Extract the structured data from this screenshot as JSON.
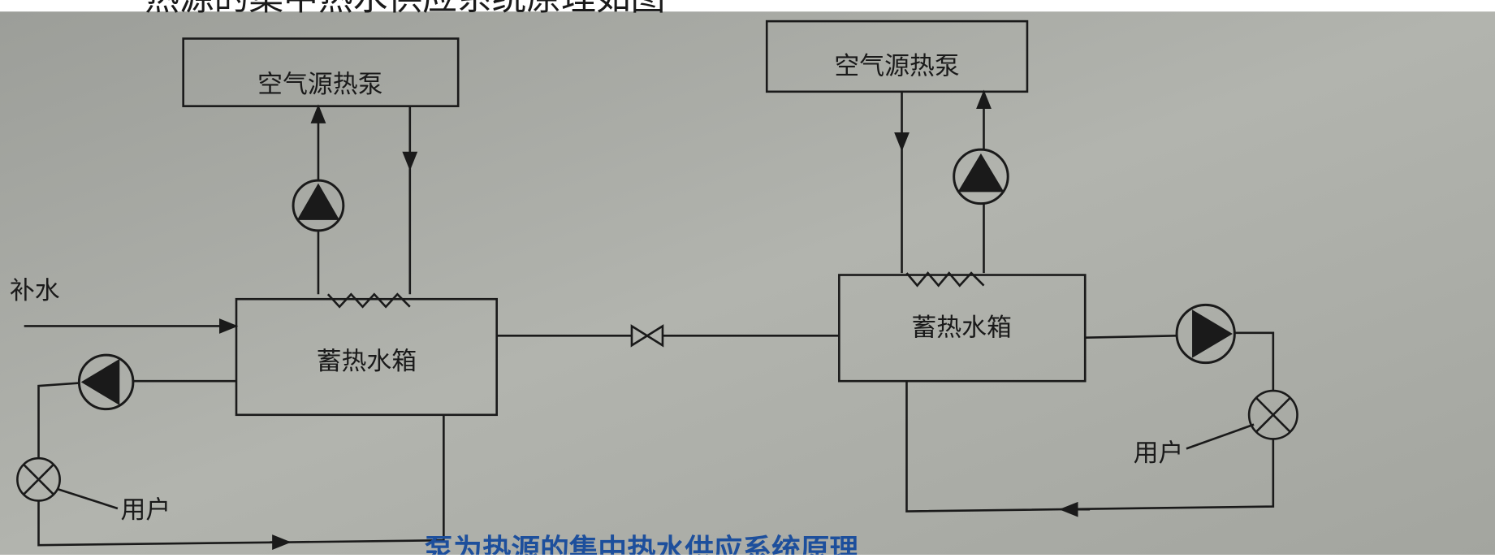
{
  "header_text": "热源的集中热水供应系统原理如图",
  "caption": "泵为热源的集中热水供应系统原理",
  "left_system": {
    "heat_pump_label": "空气源热泵",
    "tank_label": "蓄热水箱",
    "makeup_water_label": "补水",
    "user_label": "用户"
  },
  "right_system": {
    "heat_pump_label": "空气源热泵",
    "tank_label": "蓄热水箱",
    "user_label": "用户"
  },
  "colors": {
    "paper": "#a7a9a3",
    "ink": "#1a1a1a",
    "caption": "#1d4f9c"
  }
}
